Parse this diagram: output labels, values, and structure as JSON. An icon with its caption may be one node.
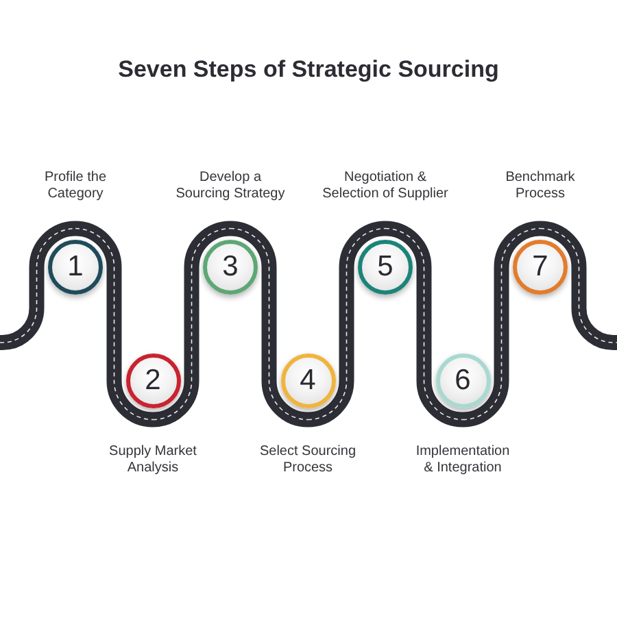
{
  "diagram": {
    "title": "Seven Steps of Strategic Sourcing",
    "nodes": [
      {
        "text": [
          "1"
        ],
        "beside": [
          "Profile the Category"
        ]
      },
      {
        "text": [
          "2"
        ],
        "beside": [
          "Supply Market Analysis"
        ]
      },
      {
        "text": [
          "3"
        ],
        "beside": [
          "Develop a Sourcing Strategy"
        ]
      },
      {
        "text": [
          "4"
        ],
        "beside": [
          "Select Sourcing Process"
        ]
      },
      {
        "text": [
          "5"
        ],
        "beside": [
          "Negotiation & Selection of Supplier"
        ]
      },
      {
        "text": [
          "6"
        ],
        "beside": [
          "Implementation & Integration"
        ]
      },
      {
        "text": [
          "7"
        ],
        "beside": [
          "Benchmark Process"
        ]
      }
    ],
    "edges": [
      {
        "from": null,
        "to": 0,
        "arrow": "none"
      },
      {
        "from": 0,
        "to": 1,
        "arrow": "none"
      },
      {
        "from": 1,
        "to": 2,
        "arrow": "none"
      },
      {
        "from": 2,
        "to": 3,
        "arrow": "none"
      },
      {
        "from": 3,
        "to": 4,
        "arrow": "none"
      },
      {
        "from": 4,
        "to": 5,
        "arrow": "none"
      },
      {
        "from": 5,
        "to": 6,
        "arrow": "none"
      },
      {
        "from": 6,
        "to": null,
        "arrow": "none"
      }
    ]
  }
}
